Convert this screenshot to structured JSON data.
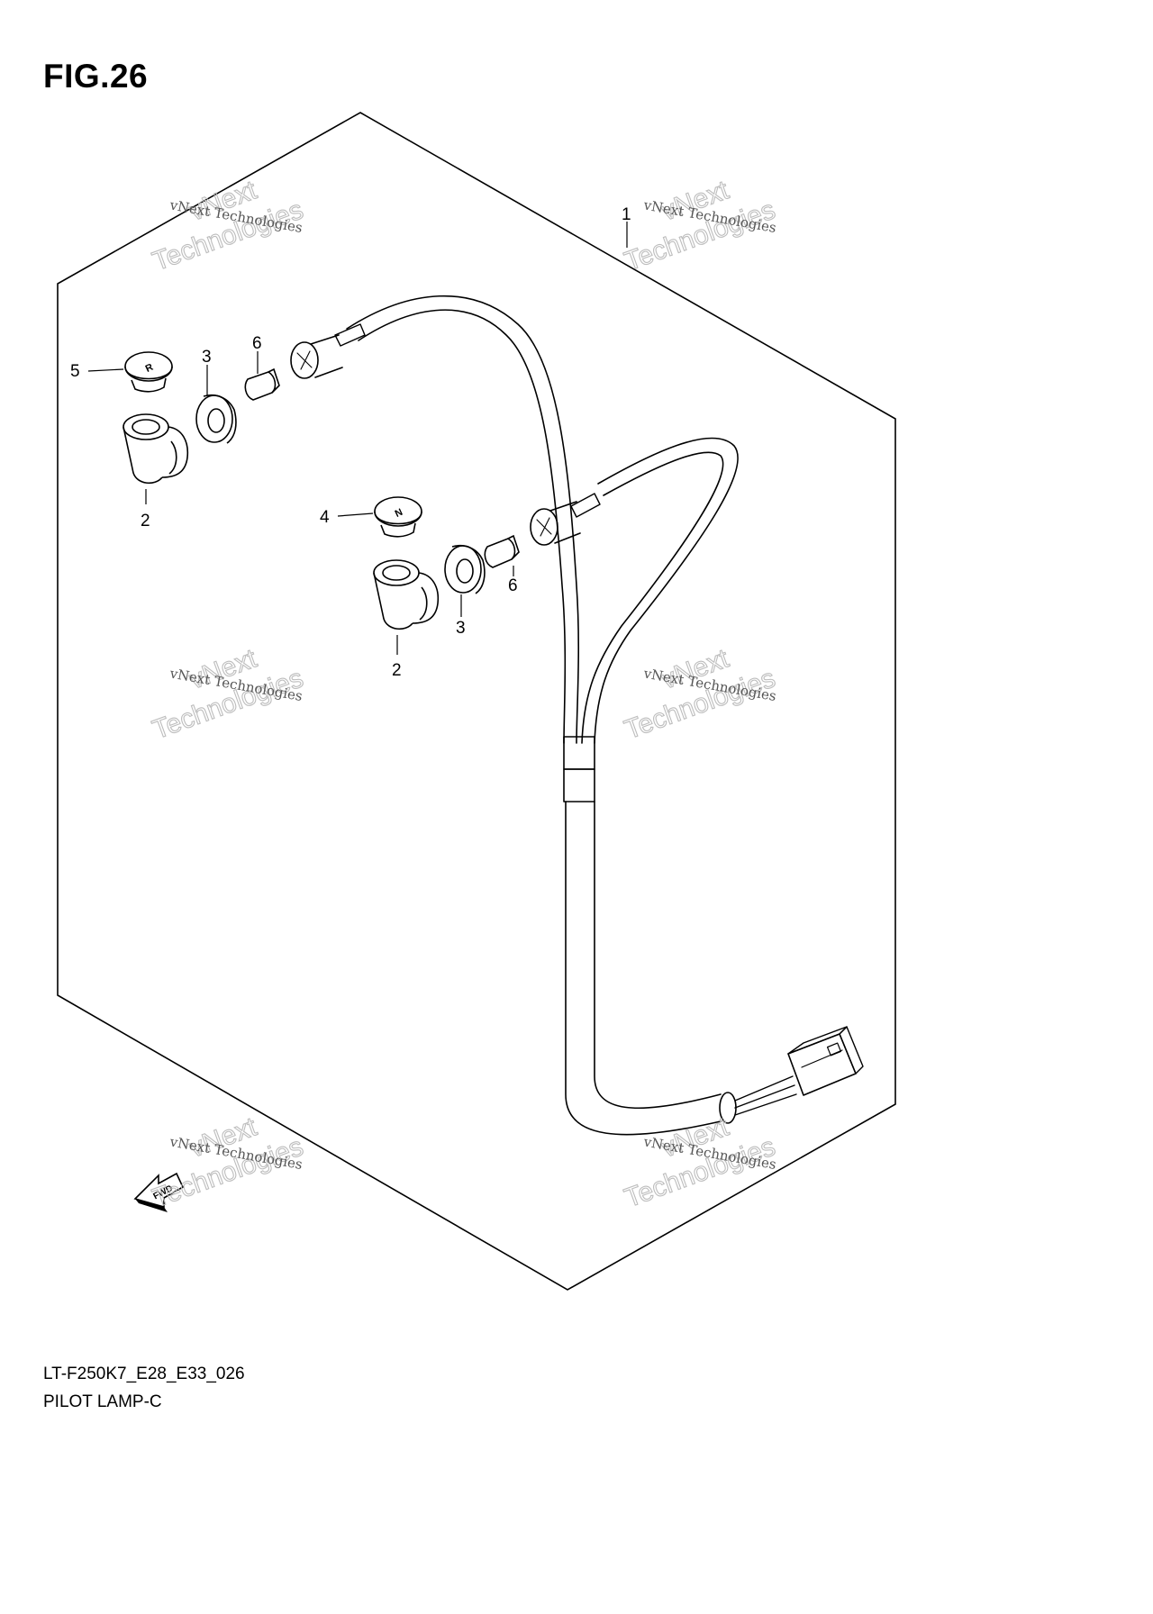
{
  "figure": {
    "title": "FIG.26"
  },
  "callouts": {
    "c1": "1",
    "c2a": "2",
    "c2b": "2",
    "c3a": "3",
    "c3b": "3",
    "c4": "4",
    "c5": "5",
    "c6a": "6",
    "c6b": "6"
  },
  "cap_letters": {
    "r": "R",
    "n": "N"
  },
  "arrow_label": "FWD",
  "watermark": {
    "small": "vNext Technologies",
    "big1": "vNext",
    "big2": "Technologies"
  },
  "captions": {
    "model": "LT-F250K7_E28_E33_026",
    "name": "PILOT LAMP-C"
  },
  "colors": {
    "line": "#000000",
    "watermark": "#bdbdbd",
    "background": "#ffffff"
  }
}
